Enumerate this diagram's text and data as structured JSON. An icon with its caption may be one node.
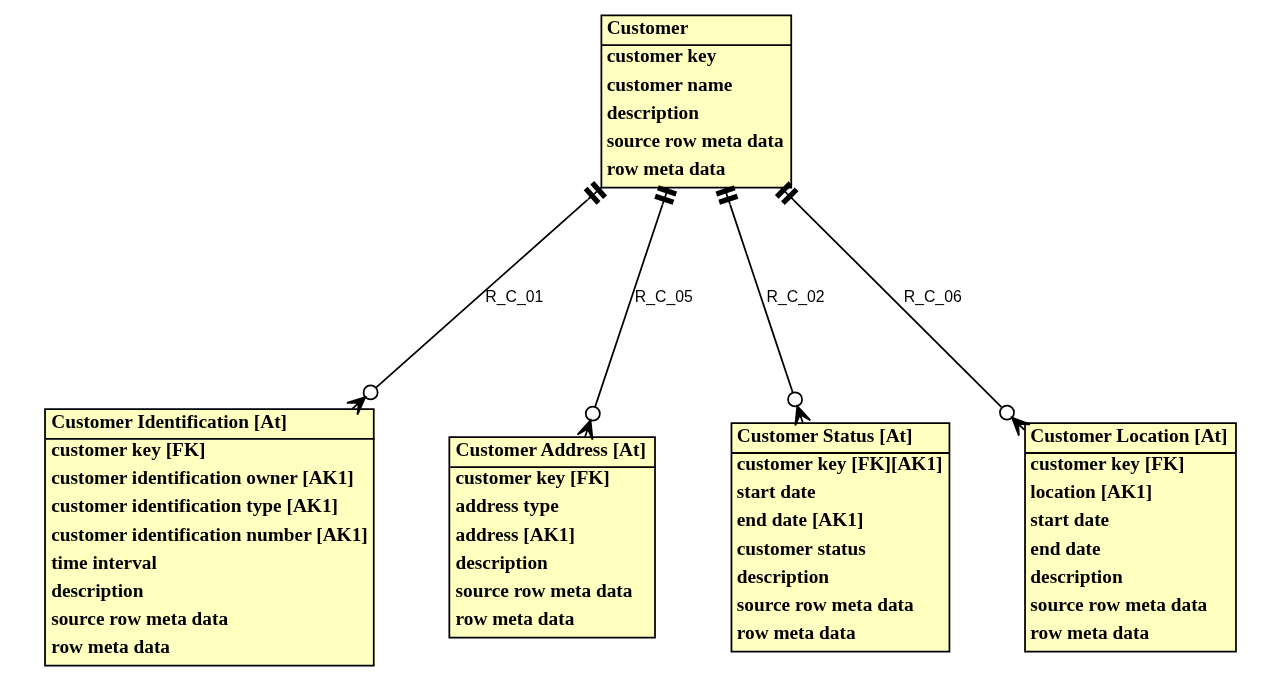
{
  "diagram": {
    "nodes": [
      {
        "text": [
          "Customer",
          "customer key",
          "customer name",
          "description",
          "source row meta data",
          "row meta data"
        ]
      },
      {
        "text": [
          "Customer Identification [At]",
          "customer key [FK]",
          "customer identification owner [AK1]",
          "customer identification type [AK1]",
          "customer identification number [AK1]",
          "time interval",
          "description",
          "source row meta data",
          "row meta data"
        ]
      },
      {
        "text": [
          "Customer Address [At]",
          "customer key [FK]",
          "address type",
          "address [AK1]",
          "description",
          "source row meta data",
          "row meta data"
        ]
      },
      {
        "text": [
          "Customer Status [At]",
          "customer key [FK][AK1]",
          "start date",
          "end date [AK1]",
          "customer status",
          "description",
          "source row meta data",
          "row meta data"
        ]
      },
      {
        "text": [
          "Customer Location [At]",
          "customer key [FK]",
          "location [AK1]",
          "start date",
          "end date",
          "description",
          "source row meta data",
          "row meta data"
        ]
      }
    ],
    "edges": [
      {
        "from": 0,
        "to": 1,
        "arrow": "other",
        "label": "R_C_01"
      },
      {
        "from": 0,
        "to": 2,
        "arrow": "other",
        "label": "R_C_05"
      },
      {
        "from": 0,
        "to": 3,
        "arrow": "other",
        "label": "R_C_02"
      },
      {
        "from": 0,
        "to": 4,
        "arrow": "other",
        "label": "R_C_06"
      }
    ]
  }
}
